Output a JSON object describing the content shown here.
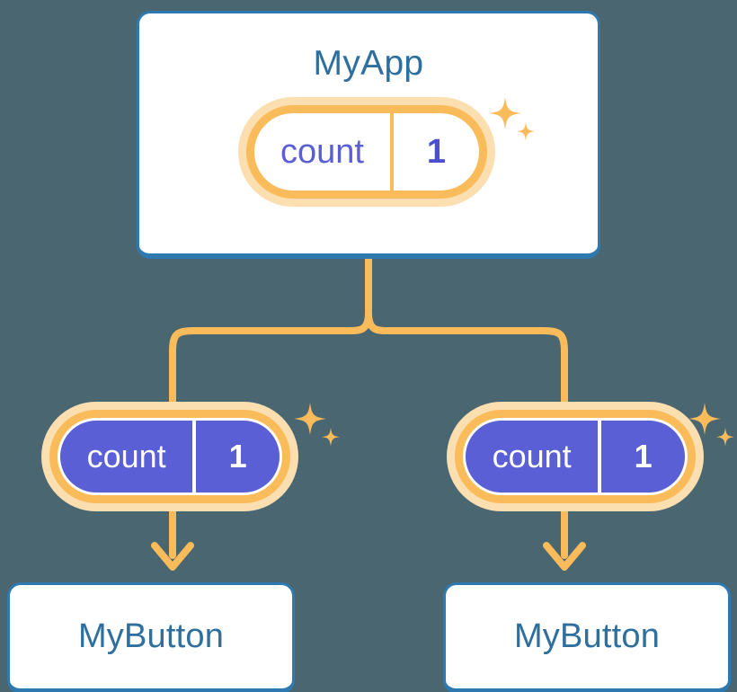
{
  "theme": {
    "background": "#4a6670",
    "card_border": "#2e7ab0",
    "card_fill": "#ffffff",
    "heading_text": "#2e6f9e",
    "accent_amber": "#fabc5b",
    "accent_amber_soft": "#fbdfb0",
    "state_purple": "#5b5fd6",
    "pill_text_light": "#ffffff"
  },
  "diagram": {
    "type": "component-state-propagation-tree",
    "root": {
      "title": "MyApp",
      "state_pill": {
        "key": "count",
        "value": "1"
      }
    },
    "children": [
      {
        "state_pill": {
          "key": "count",
          "value": "1"
        },
        "title": "MyButton"
      },
      {
        "state_pill": {
          "key": "count",
          "value": "1"
        },
        "title": "MyButton"
      }
    ],
    "sparkles": [
      {
        "name": "sparkle-cluster-app"
      },
      {
        "name": "sparkle-cluster-left"
      },
      {
        "name": "sparkle-cluster-right"
      }
    ]
  }
}
